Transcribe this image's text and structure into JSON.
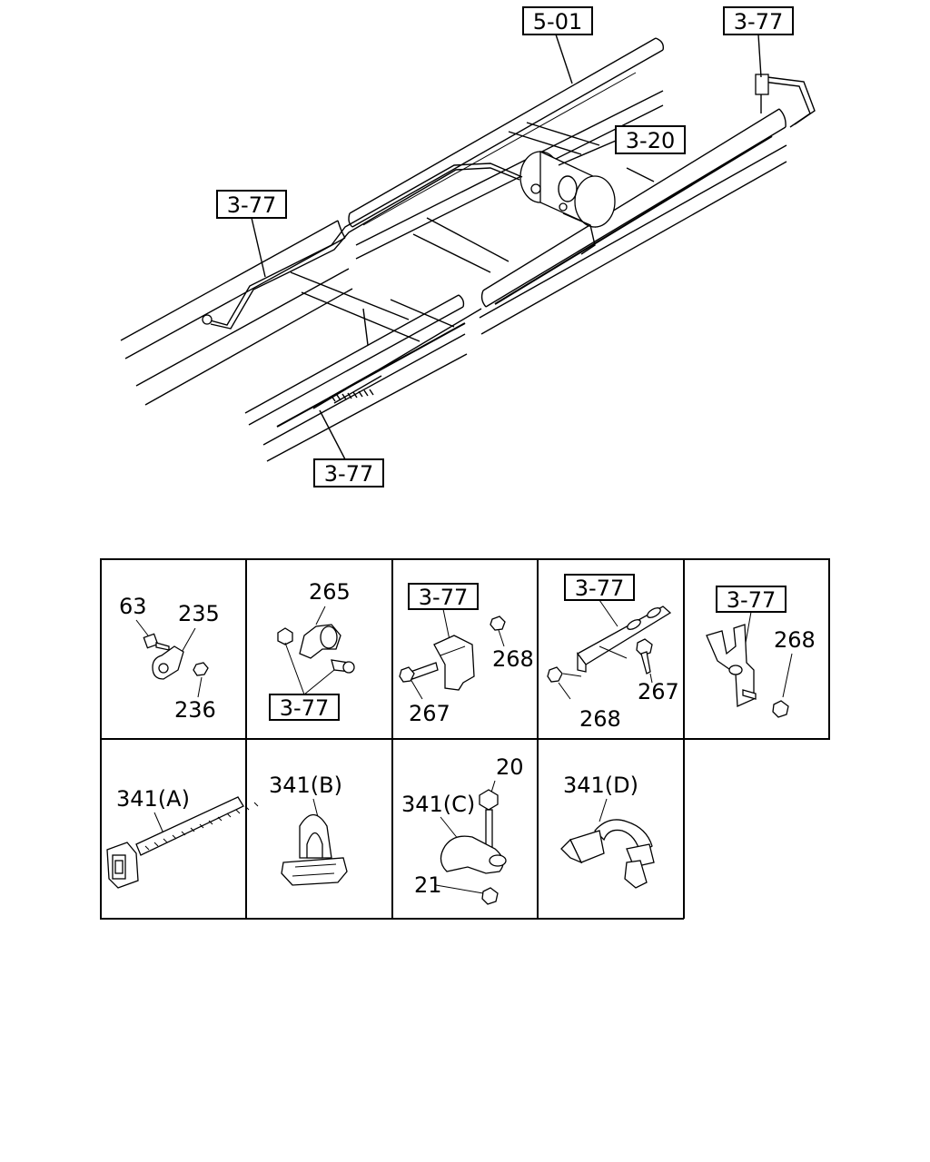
{
  "callouts": {
    "ref_5_01": "5-01",
    "ref_3_77_top_right": "3-77",
    "ref_3_20": "3-20",
    "ref_3_77_left": "3-77",
    "ref_3_77_bottom": "3-77"
  },
  "details": {
    "cell1": {
      "a": "63",
      "b": "235",
      "c": "236"
    },
    "cell2": {
      "a": "265",
      "ref": "3-77"
    },
    "cell3": {
      "ref": "3-77",
      "a": "268",
      "b": "267"
    },
    "cell4": {
      "ref": "3-77",
      "a": "267",
      "b": "268"
    },
    "cell5": {
      "ref": "3-77",
      "a": "268"
    },
    "cell6": {
      "a": "341(A)"
    },
    "cell7": {
      "a": "341(B)"
    },
    "cell8": {
      "a": "341(C)",
      "b": "20",
      "c": "21"
    },
    "cell9": {
      "a": "341(D)"
    }
  }
}
